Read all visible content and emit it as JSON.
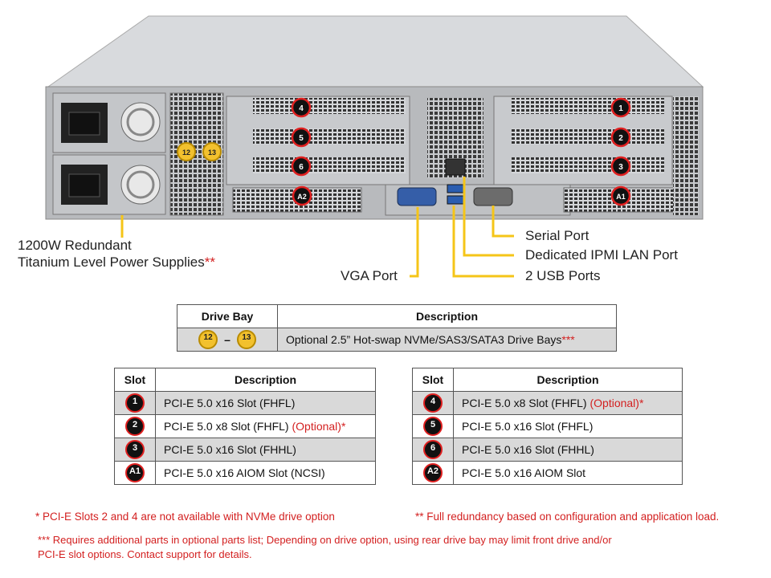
{
  "callouts": {
    "psu_line1": "1200W Redundant",
    "psu_line2": "Titanium  Level Power Supplies",
    "psu_mark": "**",
    "vga": "VGA Port",
    "serial": "Serial Port",
    "ipmi": "Dedicated IPMI  LAN Port",
    "usb": "2 USB Ports"
  },
  "badges": {
    "1": "1",
    "2": "2",
    "3": "3",
    "4": "4",
    "5": "5",
    "6": "6",
    "A1": "A1",
    "A2": "A2",
    "12": "12",
    "13": "13"
  },
  "drive_table": {
    "headers": [
      "Drive Bay",
      "Description"
    ],
    "from": "12",
    "to": "13",
    "dash": "–",
    "description": "Optional  2.5” Hot-swap  NVMe/SAS3/SATA3  Drive  Bays",
    "mark": "***"
  },
  "slot_table_left": {
    "headers": [
      "Slot",
      "Description"
    ],
    "rows": [
      {
        "slot": "1",
        "desc": "PCI-E  5.0 x16 Slot (FHFL)",
        "opt": ""
      },
      {
        "slot": "2",
        "desc": "PCI-E  5.0 x8 Slot (FHFL) ",
        "opt": "(Optional)*"
      },
      {
        "slot": "3",
        "desc": "PCI-E  5.0 x16 Slot (FHHL)",
        "opt": ""
      },
      {
        "slot": "A1",
        "desc": "PCI-E  5.0 x16 AIOM  Slot (NCSI)",
        "opt": ""
      }
    ]
  },
  "slot_table_right": {
    "headers": [
      "Slot",
      "Description"
    ],
    "rows": [
      {
        "slot": "4",
        "desc": "PCI-E  5.0 x8 Slot (FHFL) ",
        "opt": "(Optional)*"
      },
      {
        "slot": "5",
        "desc": "PCI-E  5.0 x16 Slot (FHFL)",
        "opt": ""
      },
      {
        "slot": "6",
        "desc": "PCI-E  5.0 x16 Slot (FHHL)",
        "opt": ""
      },
      {
        "slot": "A2",
        "desc": "PCI-E  5.0 x16 AIOM  Slot",
        "opt": ""
      }
    ]
  },
  "footnotes": {
    "one": "*  PCI-E  Slots 2 and 4 are  not available  with NVMe drive  option",
    "two": "**  Full redundancy  based on configuration  and application load.",
    "three_line1": "*** Requires  additional parts in optional parts list; Depending on drive  option, using rear drive bay may limit front drive  and/or",
    "three_line2": "PCI-E slot options. Contact support for details."
  },
  "colors": {
    "callout_line": "#f5c518",
    "badge_ring": "#e02020",
    "footnote": "#d32020",
    "chassis": "#9a9ca0"
  }
}
